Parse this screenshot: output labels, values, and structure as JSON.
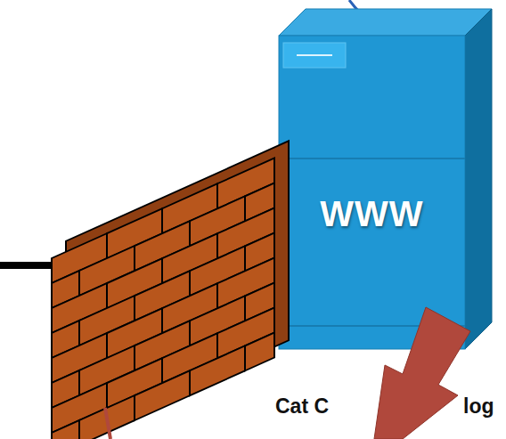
{
  "diagram": {
    "nodes": [
      {
        "text": [
          "WWW"
        ]
      }
    ],
    "labels": [
      "Cat C",
      "log"
    ]
  }
}
